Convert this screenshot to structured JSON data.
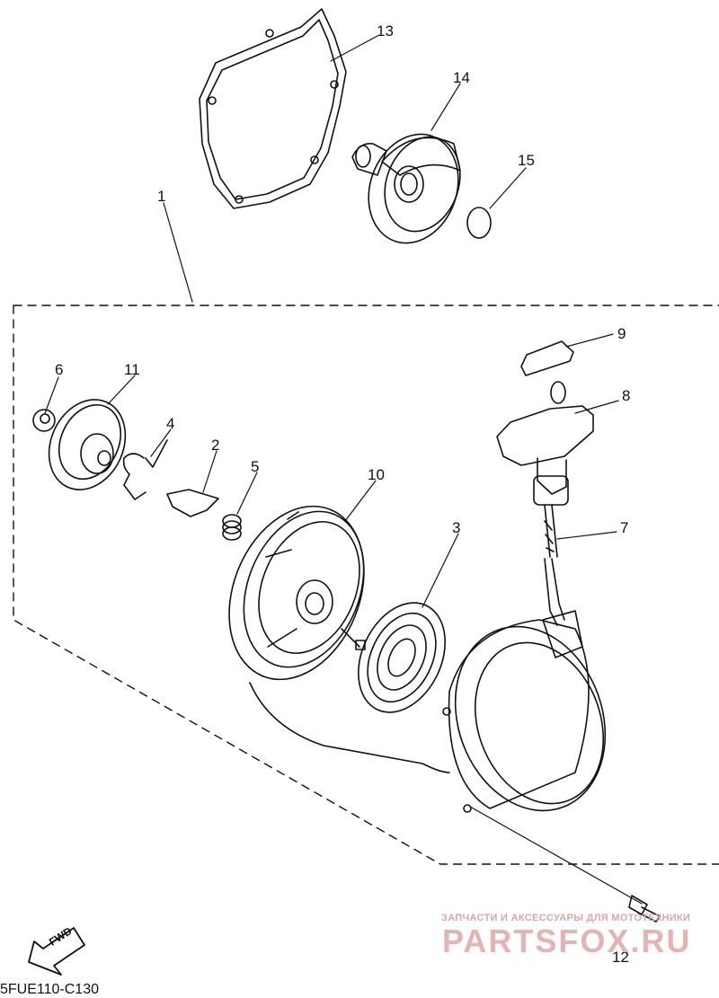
{
  "callouts": [
    {
      "id": "13",
      "text": "13"
    },
    {
      "id": "14",
      "text": "14"
    },
    {
      "id": "15",
      "text": "15"
    },
    {
      "id": "1",
      "text": "1"
    },
    {
      "id": "9",
      "text": "9"
    },
    {
      "id": "8",
      "text": "8"
    },
    {
      "id": "6",
      "text": "6"
    },
    {
      "id": "11",
      "text": "11"
    },
    {
      "id": "4",
      "text": "4"
    },
    {
      "id": "2",
      "text": "2"
    },
    {
      "id": "5",
      "text": "5"
    },
    {
      "id": "10",
      "text": "10"
    },
    {
      "id": "3",
      "text": "3"
    },
    {
      "id": "7",
      "text": "7"
    },
    {
      "id": "12",
      "text": "12"
    }
  ],
  "fwd_label": "FWD",
  "diagram_code": "5FUE110-C130",
  "watermark": {
    "tagline": "ЗАПЧАСТИ И АКСЕССУАРЫ ДЛЯ МОТОТЕХНИКИ",
    "logo": "PARTSFOX.RU",
    "color": "#e6b3b3"
  },
  "colors": {
    "line": "#111111",
    "background": "#ffffff"
  }
}
